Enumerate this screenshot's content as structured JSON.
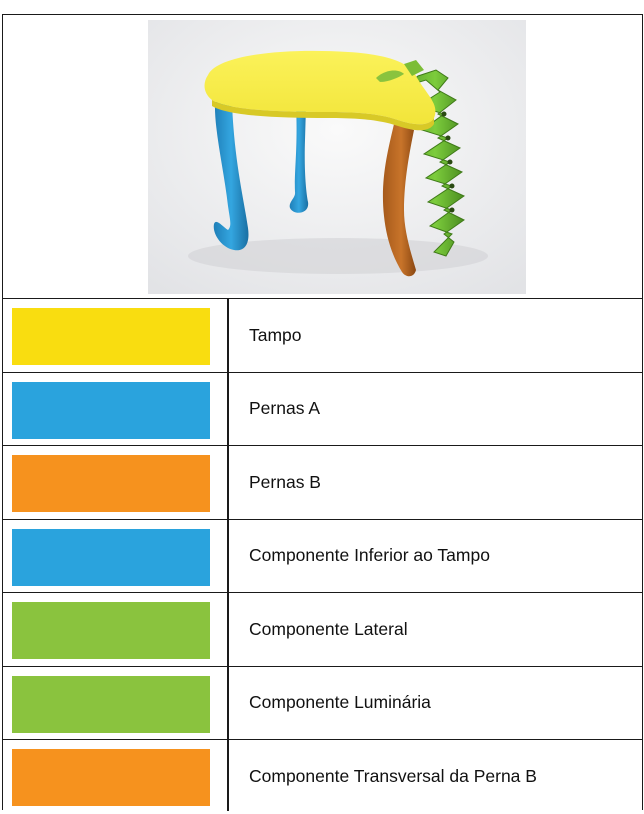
{
  "render": {
    "icon": "table-3d-render-image",
    "background_color": "#eeeff1"
  },
  "legend": [
    {
      "label": "Tampo",
      "color": "#f9dd10"
    },
    {
      "label": "Pernas A",
      "color": "#2aa3dd"
    },
    {
      "label": "Pernas B",
      "color": "#f6921e"
    },
    {
      "label": "Componente Inferior ao Tampo",
      "color": "#2aa3dd"
    },
    {
      "label": "Componente Lateral",
      "color": "#8ac33e"
    },
    {
      "label": "Componente Luminária",
      "color": "#8ac33e"
    },
    {
      "label": "Componente Transversal da Perna B",
      "color": "#f6921e"
    }
  ]
}
